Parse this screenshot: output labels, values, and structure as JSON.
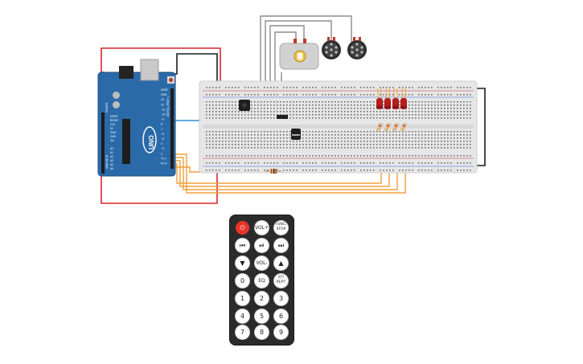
{
  "arduino": {
    "brand_label": "UNO",
    "header_labels": [
      "AREF",
      "GND",
      "13",
      "12",
      "~11",
      "~10",
      "~9",
      "8",
      "7",
      "~6",
      "~5",
      "4",
      "~3",
      "2",
      "TX 1",
      "RX 0"
    ],
    "power_labels": [
      "IOREF",
      "RESET",
      "3.3V",
      "5V",
      "GND",
      "GND",
      "Vin"
    ],
    "analog_labels": [
      "A0",
      "A1",
      "A2",
      "A3",
      "A4",
      "A5"
    ],
    "side_text": "DIGITAL (PWM~)",
    "power_text": "POWER",
    "analog_text": "ANALOG IN"
  },
  "remote": {
    "buttons": [
      {
        "label": "⏻",
        "name": "remote-power-button",
        "style": "power"
      },
      {
        "label": "VOL+",
        "name": "remote-vol-up-button",
        "style": "tiny"
      },
      {
        "label": "FUNC/ STOP",
        "name": "remote-func-stop-button",
        "style": "small"
      },
      {
        "label": "⏮",
        "name": "remote-prev-button",
        "style": ""
      },
      {
        "label": "⏯",
        "name": "remote-play-pause-button",
        "style": ""
      },
      {
        "label": "⏭",
        "name": "remote-next-button",
        "style": ""
      },
      {
        "label": "▼",
        "name": "remote-down-button",
        "style": ""
      },
      {
        "label": "VOL-",
        "name": "remote-vol-down-button",
        "style": "tiny"
      },
      {
        "label": "▲",
        "name": "remote-up-button",
        "style": ""
      },
      {
        "label": "0",
        "name": "remote-0-button",
        "style": ""
      },
      {
        "label": "EQ",
        "name": "remote-eq-button",
        "style": "tiny"
      },
      {
        "label": "ST/ REPT",
        "name": "remote-st-rept-button",
        "style": "small"
      },
      {
        "label": "1",
        "name": "remote-1-button",
        "style": ""
      },
      {
        "label": "2",
        "name": "remote-2-button",
        "style": ""
      },
      {
        "label": "3",
        "name": "remote-3-button",
        "style": ""
      },
      {
        "label": "4",
        "name": "remote-4-button",
        "style": ""
      },
      {
        "label": "5",
        "name": "remote-5-button",
        "style": ""
      },
      {
        "label": "6",
        "name": "remote-6-button",
        "style": ""
      },
      {
        "label": "7",
        "name": "remote-7-button",
        "style": ""
      },
      {
        "label": "8",
        "name": "remote-8-button",
        "style": ""
      },
      {
        "label": "9",
        "name": "remote-9-button",
        "style": ""
      }
    ]
  },
  "colors": {
    "wire_red": "#d5262b",
    "wire_black": "#1b1b1b",
    "wire_gray": "#8c8c8c",
    "wire_blue": "#2c8fd6",
    "wire_orange": "#f0a03a",
    "board_blue": "#2b6aa8",
    "breadboard": "#e9e9e9",
    "led_red": "#b71c1c",
    "motor": "#cfcfcf"
  }
}
